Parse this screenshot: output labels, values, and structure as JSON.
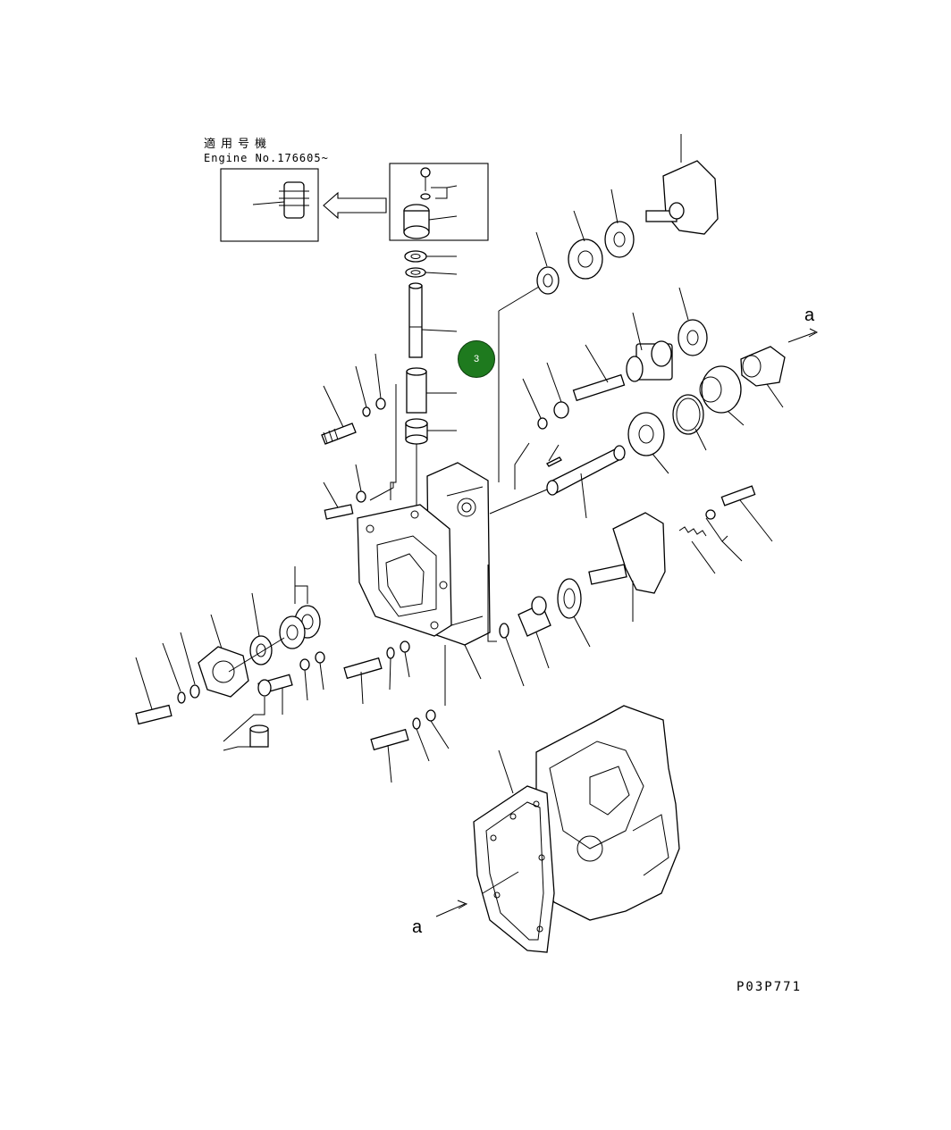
{
  "applicability": {
    "heading": "適用号機",
    "engine_serial": "Engine No.176605~"
  },
  "view_marker": "a",
  "drawing_number": "P03P771",
  "callout": {
    "number": "3",
    "color": "#1e7a1e"
  }
}
